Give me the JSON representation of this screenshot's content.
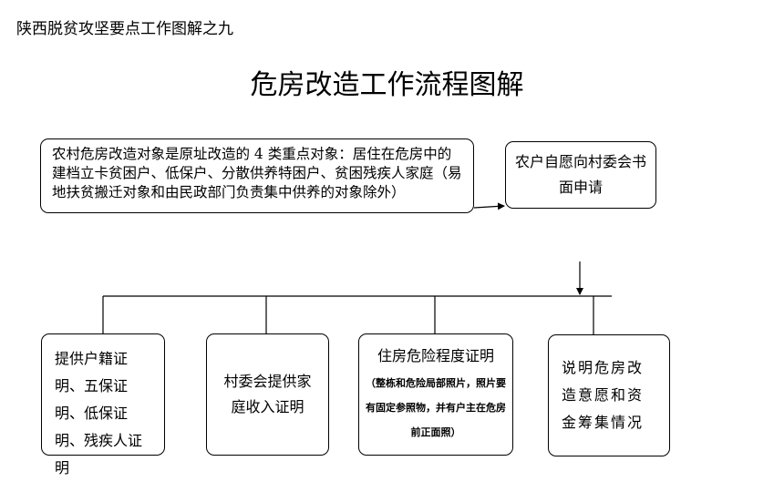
{
  "header": {
    "series_title": "陕西脱贫攻坚要点工作图解之九",
    "main_title": "危房改造工作流程图解"
  },
  "flow": {
    "intro": "农村危房改造对象是原址改造的 4 类重点对象：居住在危房中的建档立卡贫困户、低保户、分散供养特困户、贫困残疾人家庭（易地扶贫搬迁对象和由民政部门负责集中供养的对象除外）",
    "application": "农户自愿向村委会书面申请",
    "materials": [
      {
        "label": "提供户籍证明、五保证明、低保证明、残疾人证明"
      },
      {
        "label": "村委会提供家庭收入证明"
      },
      {
        "label": "住房危险程度证明",
        "note": "（整栋和危险局部照片，照片要有固定参照物，并有户主在危房前正面照）"
      },
      {
        "label": "说明危房改造意愿和资金筹集情况"
      }
    ]
  }
}
